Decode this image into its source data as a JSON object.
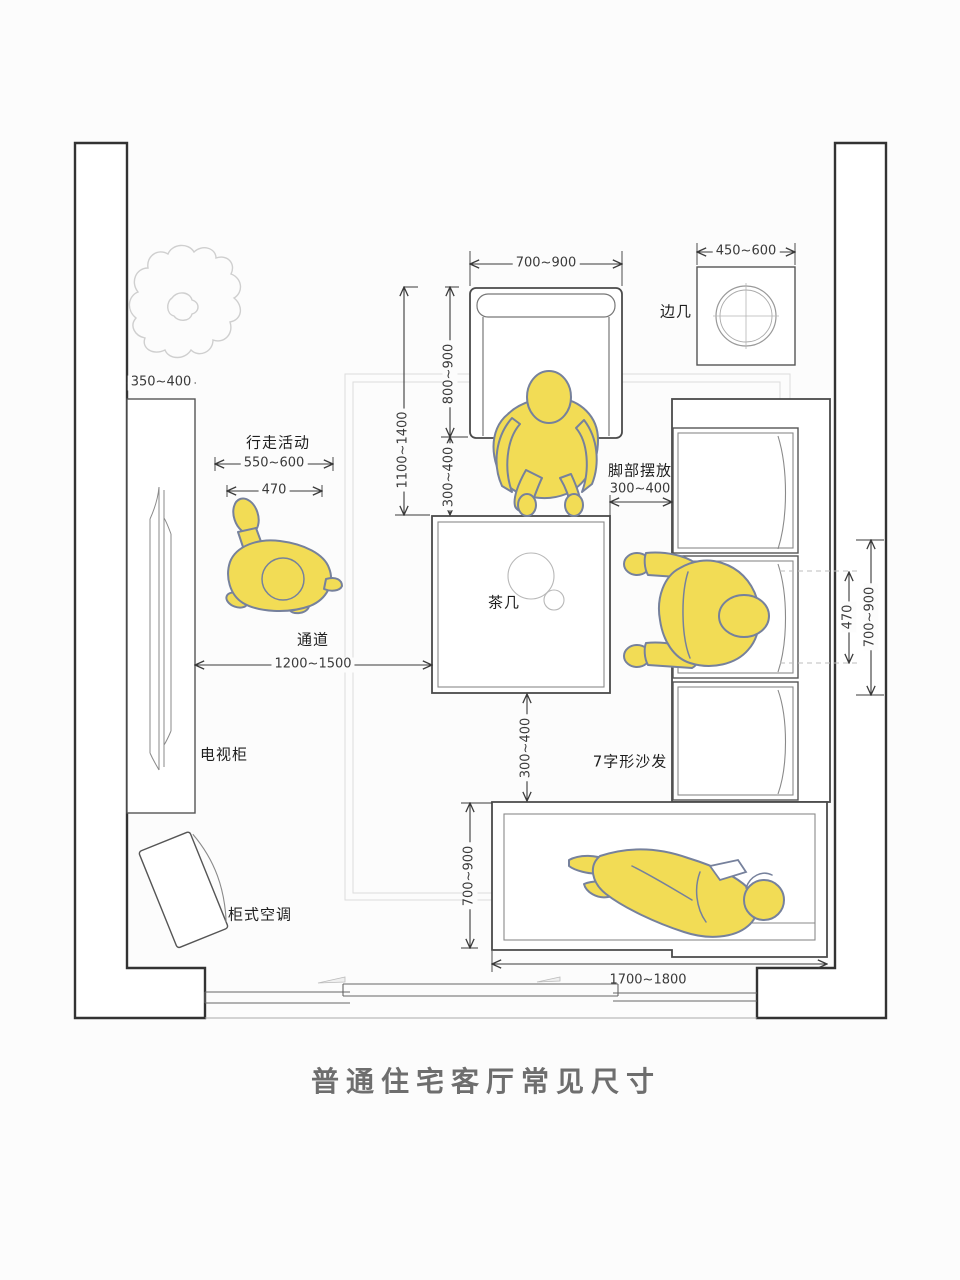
{
  "title": "普通住宅客厅常见尺寸",
  "labels": {
    "walking_activity": "行走活动",
    "passage": "通道",
    "tv_cabinet": "电视柜",
    "cabinet_ac": "柜式空调",
    "coffee_table": "茶几",
    "side_table": "边几",
    "foot_placement": "脚部摆放",
    "l_shaped_sofa": "7字形沙发"
  },
  "dimensions": {
    "armchair_width": "700~900",
    "armchair_depth": "800~900",
    "armchair_total_clearance": "1100~1400",
    "armchair_to_table_gap": "300~400",
    "side_table_width": "450~600",
    "tv_cabinet_depth": "350~400",
    "walking_clearance": "550~600",
    "walking_body_width": "470",
    "passage_width": "1200~1500",
    "foot_placement_gap": "300~400",
    "sofa_seat_width": "470",
    "sofa_seat_total": "700~900",
    "table_to_sofa_gap": "300~400",
    "bottom_sofa_depth": "700~900",
    "bottom_sofa_length": "1700~1800"
  },
  "colors": {
    "figure_fill": "#F2DC55",
    "figure_outline": "#76819C",
    "wall_line": "#333333",
    "title_color": "#6E6E6E",
    "background": "#FCFCFC"
  }
}
